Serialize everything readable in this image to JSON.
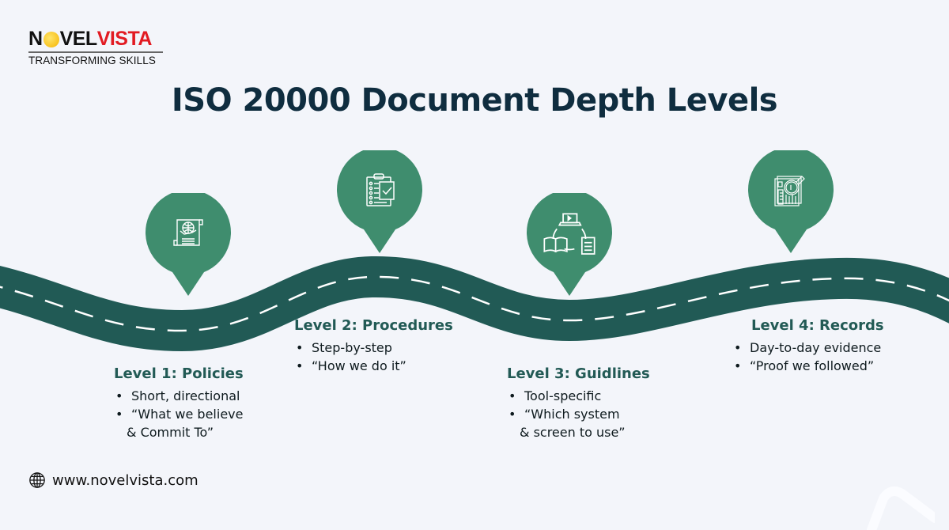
{
  "brand": {
    "logo_dark": "N",
    "logo_dark_rest": "VEL",
    "logo_red": "VISTA",
    "tagline": "TRANSFORMING SKILLS"
  },
  "title": "ISO 20000 Document Depth Levels",
  "colors": {
    "background": "#f3f5fa",
    "road": "#215a55",
    "pin": "#3f8d6e",
    "heading": "#225a55",
    "title": "#0f2d3f"
  },
  "levels": [
    {
      "heading": "Level 1: Policies",
      "icon": "handshake-globe-document-icon",
      "bullets": [
        "Short, directional",
        "“What we believe"
      ],
      "continuation": "& Commit To”"
    },
    {
      "heading": "Level 2: Procedures",
      "icon": "clipboard-checklist-icon",
      "bullets": [
        "Step-by-step",
        "“How we do it”"
      ],
      "continuation": ""
    },
    {
      "heading": "Level 3: Guidlines",
      "icon": "laptop-book-checklist-cycle-icon",
      "bullets": [
        "Tool-specific",
        "“Which system"
      ],
      "continuation": "& screen to use”"
    },
    {
      "heading": "Level 4: Records",
      "icon": "report-magnifier-icon",
      "bullets": [
        "Day-to-day evidence",
        "“Proof we followed”"
      ],
      "continuation": ""
    }
  ],
  "footer": {
    "icon": "globe-icon",
    "url": "www.novelvista.com"
  }
}
